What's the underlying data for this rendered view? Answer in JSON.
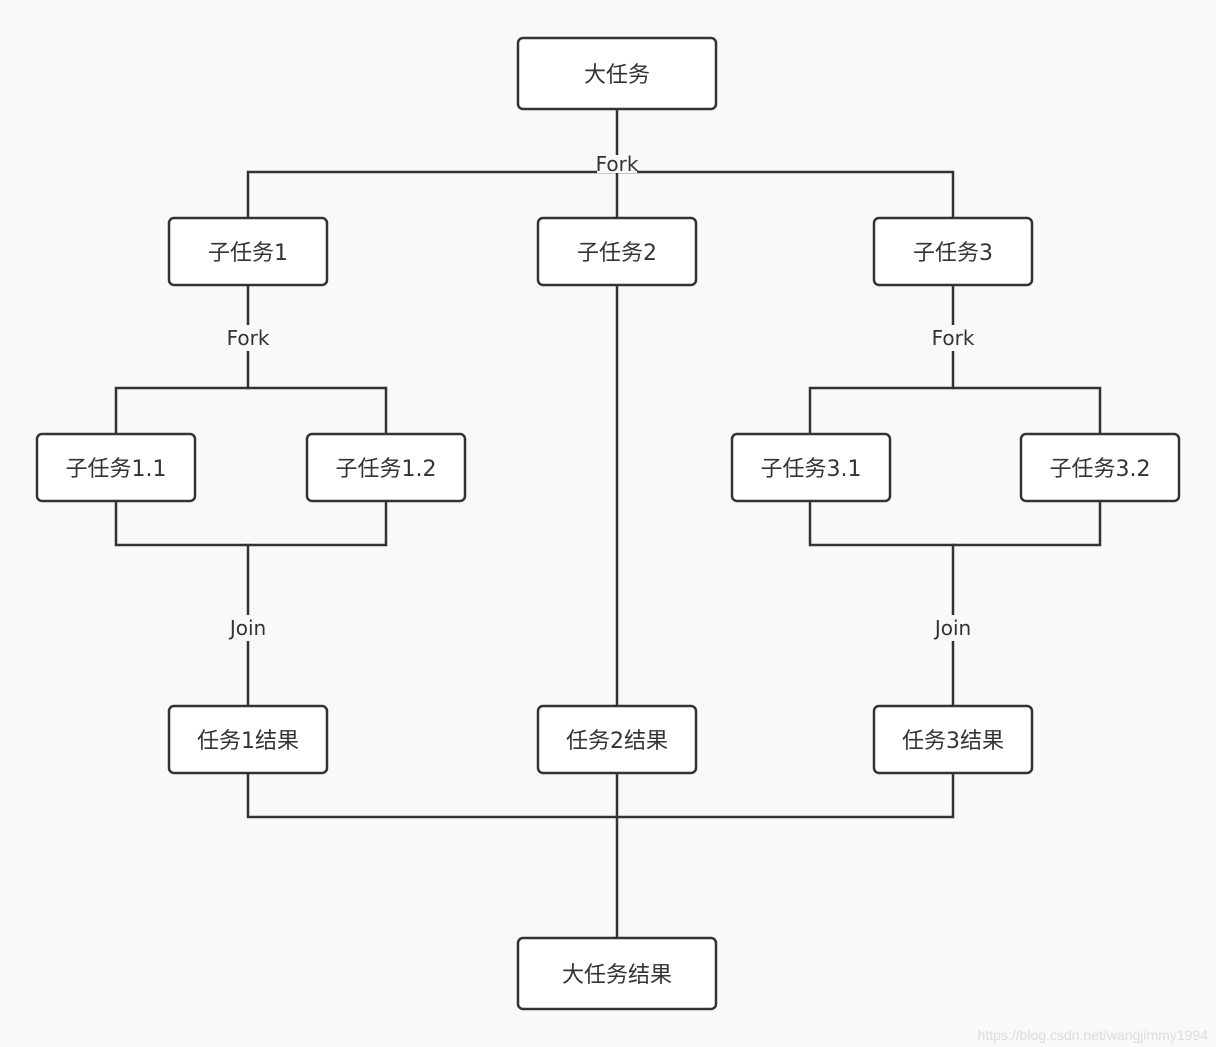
{
  "nodes": {
    "root": "大任务",
    "sub1": "子任务1",
    "sub2": "子任务2",
    "sub3": "子任务3",
    "sub1_1": "子任务1.1",
    "sub1_2": "子任务1.2",
    "sub3_1": "子任务3.1",
    "sub3_2": "子任务3.2",
    "result1": "任务1结果",
    "result2": "任务2结果",
    "result3": "任务3结果",
    "final": "大任务结果"
  },
  "edge_labels": {
    "fork_root": "Fork",
    "fork_sub1": "Fork",
    "fork_sub3": "Fork",
    "join_sub1": "Join",
    "join_sub3": "Join"
  },
  "watermark": "https://blog.csdn.net/wangjimmy1994"
}
